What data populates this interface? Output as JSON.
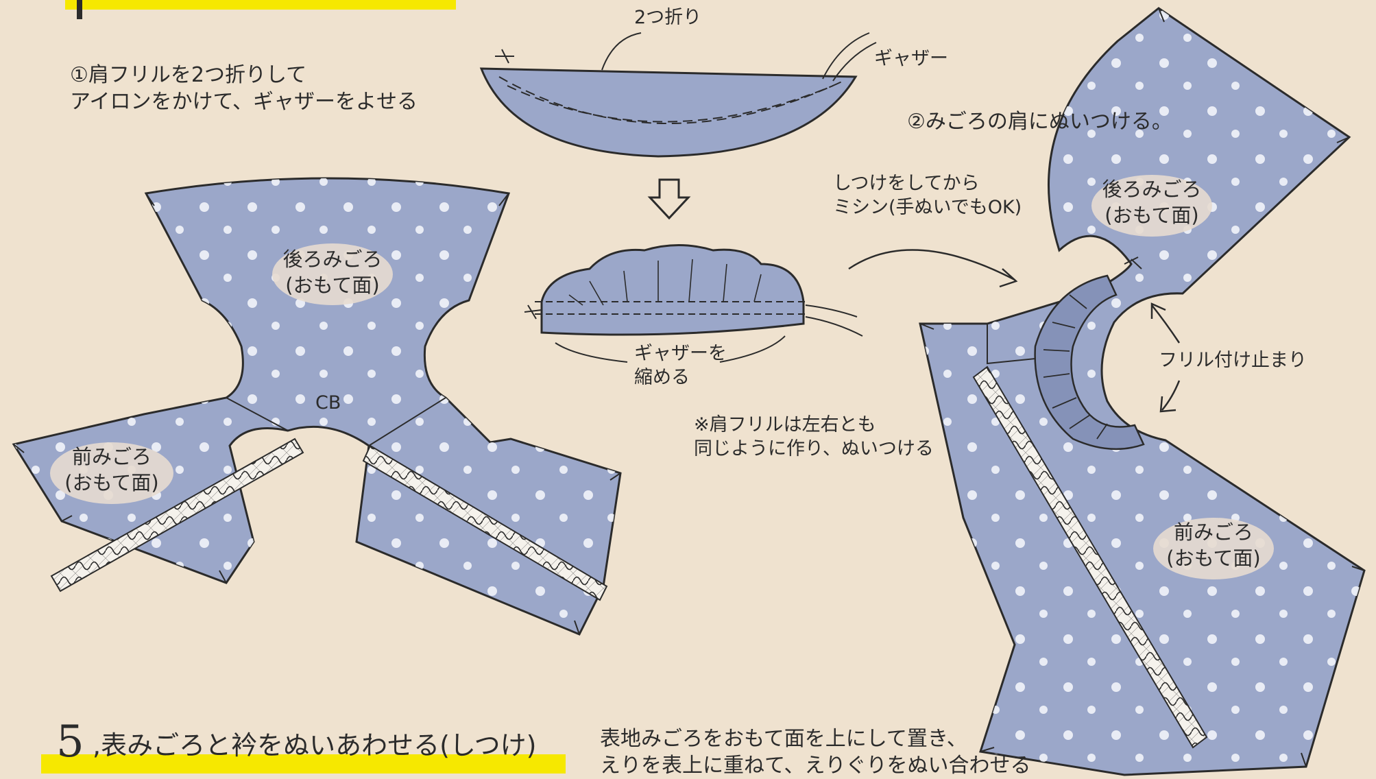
{
  "colors": {
    "paper": "#efe2cf",
    "fabric": "#9ba7c9",
    "fabric_dark": "#8592b8",
    "ink": "#2b2b2b",
    "dot": "#f2f4fa",
    "label_bg": "#e7dcd0",
    "highlight": "#f6e800",
    "lace": "#f5f2ec"
  },
  "step4": {
    "instruction1": "①肩フリルを2つ折りして\nアイロンをかけて、ギャザーをよせる",
    "fold_label": "2つ折り",
    "gather_label": "ギャザー",
    "arrow_icon": "down-arrow-icon",
    "gather_shrink_label": "ギャザーを\n縮める",
    "note": "※肩フリルは左右とも\n同じように作り、ぬいつける",
    "instruction2": "②みごろの肩にぬいつける。",
    "baste_label": "しつけをしてから\nミシン(手ぬいでもOK)",
    "frill_stop_label": "フリル付け止まり"
  },
  "left_bodice": {
    "back_label": "後ろみごろ\n(おもて面)",
    "cb_label": "CB",
    "front_label": "前みごろ\n(おもて面)"
  },
  "right_bodice": {
    "back_label": "後ろみごろ\n(おもて面)",
    "front_label": "前みごろ\n(おもて面)"
  },
  "step5": {
    "number": "5",
    "title": ",表みごろと衿をぬいあわせる(しつけ)",
    "description": "表地みごろをおもて面を上にして置き、\nえりを表上に重ねて、えりぐりをぬい合わせる"
  }
}
